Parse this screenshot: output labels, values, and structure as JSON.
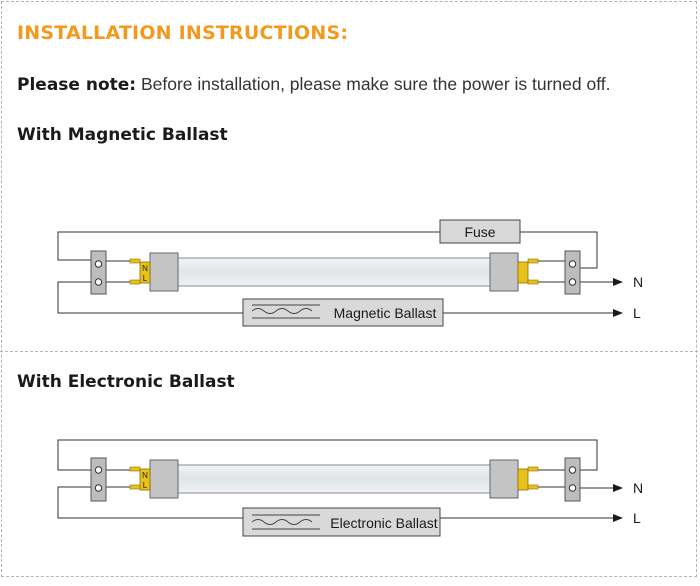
{
  "heading": "INSTALLATION INSTRUCTIONS:",
  "note": {
    "label": "Please note:",
    "text": "Before installation, please make sure the power is turned off."
  },
  "diagrams": {
    "magnetic": {
      "title": "With Magnetic Ballast",
      "fuse_label": "Fuse",
      "ballast_label": "Magnetic Ballast",
      "output_n": "N",
      "output_l": "L",
      "pin_n": "N",
      "pin_l": "L"
    },
    "electronic": {
      "title": "With Electronic Ballast",
      "ballast_label": "Electronic Ballast",
      "output_n": "N",
      "output_l": "L",
      "pin_n": "N",
      "pin_l": "L"
    }
  },
  "colors": {
    "heading": "#f39a1e",
    "tube": "#dfe4e8",
    "end_cap": "#c4c4c4",
    "pins": "#e8c21a",
    "terminal_block": "#bdbdbd",
    "box_fill": "#d9d9d9"
  }
}
